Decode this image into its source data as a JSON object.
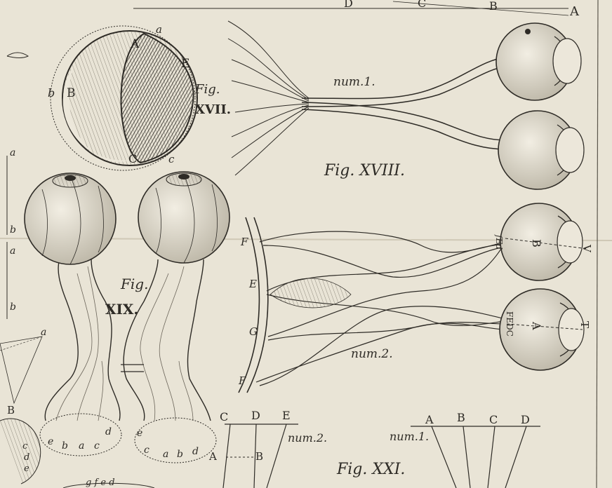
{
  "figures": {
    "fig17": {
      "fig_label": "Fig.",
      "numeral": "XVII.",
      "letters": {
        "a": "a",
        "A": "A",
        "E": "E",
        "b": "b",
        "B": "B",
        "C": "C",
        "c": "c"
      }
    },
    "fig18": {
      "title": "Fig. XVIII.",
      "num1": "num.1."
    },
    "fig19": {
      "fig_label": "Fig.",
      "numeral": "XIX.",
      "left_base_letters": [
        "e",
        "b",
        "a",
        "c",
        "d"
      ],
      "right_base_letters": [
        "e",
        "c",
        "a",
        "b",
        "d"
      ]
    },
    "fig20": {
      "num2": "num.2.",
      "upper_eye_letters": "fEd",
      "upper_eye_center": "B",
      "upper_axis_end": "V",
      "lower_eye_letters": "FEDC",
      "lower_eye_center": "A",
      "lower_axis_end": "T",
      "arc_letters": [
        "F",
        "E",
        "G",
        "F"
      ]
    },
    "fig21": {
      "title": "Fig. XXI.",
      "num2": "num.2.",
      "num1": "num.1.",
      "left_letters": [
        "C",
        "D",
        "E"
      ],
      "point_A": "A",
      "point_B": "B",
      "right_letters": [
        "A",
        "B",
        "C",
        "D"
      ]
    },
    "top_edge": {
      "letters": [
        "D",
        "C",
        "B",
        "A"
      ]
    },
    "left_margin": {
      "letters": [
        "a",
        "b",
        "a",
        "b",
        "a",
        "B",
        "c",
        "d",
        "e"
      ]
    },
    "bottom_fragment": "g f   e d"
  },
  "colors": {
    "paper": "#e9e4d6",
    "ink": "#2e2b26",
    "shade": "#6b655a",
    "eye_fill": "#ece7da"
  }
}
